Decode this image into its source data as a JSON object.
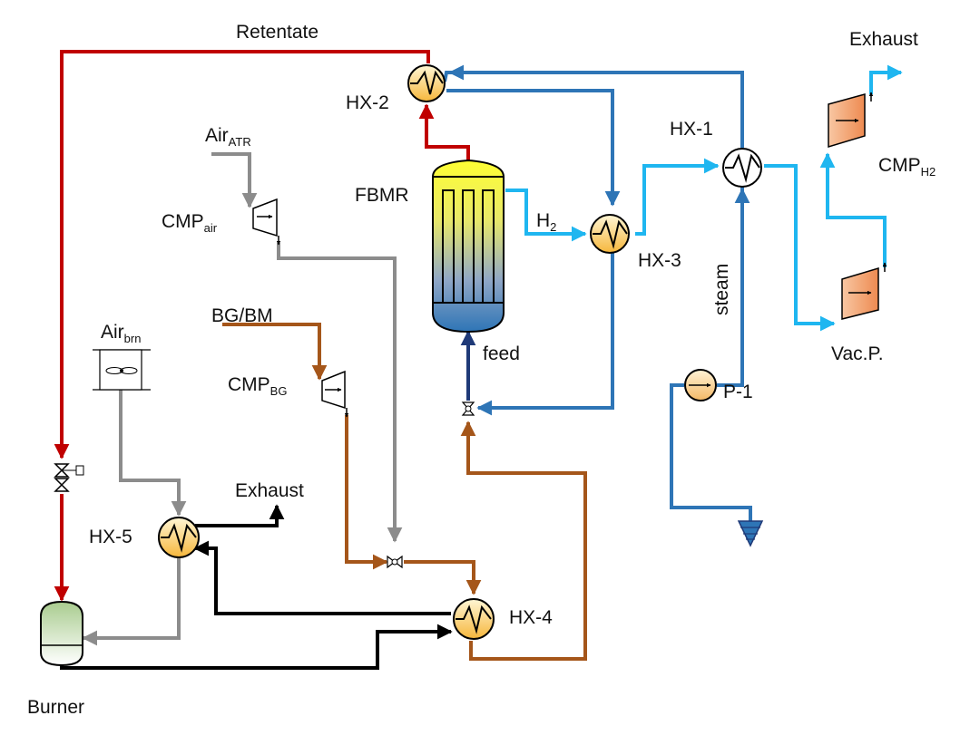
{
  "diagram": {
    "labels": {
      "retentate": "Retentate",
      "exhaust_top": "Exhaust",
      "hx2": "HX-2",
      "hx1": "HX-1",
      "hx3": "HX-3",
      "hx4": "HX-4",
      "hx5": "HX-5",
      "fbmr": "FBMR",
      "h2": "H",
      "h2_sub": "2",
      "cmp_h2": "CMP",
      "cmp_h2_sub": "H2",
      "air_atr": "Air",
      "air_atr_sub": "ATR",
      "cmp_air": "CMP",
      "cmp_air_sub": "air",
      "bg_bm": "BG/BM",
      "cmp_bg": "CMP",
      "cmp_bg_sub": "BG",
      "air_brn": "Air",
      "air_brn_sub": "brn",
      "feed": "feed",
      "steam": "steam",
      "vac_p": "Vac.P.",
      "p1": "P-1",
      "exhaust_bottom": "Exhaust",
      "burner": "Burner"
    },
    "colors": {
      "retentate_line": "#c00000",
      "water_steam_line": "#2e75b6",
      "hydrogen_line": "#1fb6f0",
      "air_line": "#8c8c8c",
      "biogas_line": "#a5561a",
      "flue_gas_line": "#000000",
      "feed_line": "#1f3a78",
      "hx_fill": "#f7c55b",
      "reactor_top": "#ffff33",
      "reactor_bottom": "#2e75b6",
      "compressor_fill": "#f4a06b",
      "burner_fill": "#b7d7a8"
    },
    "icons": {
      "heat_exchanger": "heat-exchanger-icon",
      "reactor": "fluidized-bed-membrane-reactor-icon",
      "compressor": "compressor-icon",
      "valve": "valve-icon",
      "pump": "pump-icon",
      "fan": "fan-icon",
      "burner": "burner-icon",
      "water_source": "water-source-icon"
    }
  }
}
